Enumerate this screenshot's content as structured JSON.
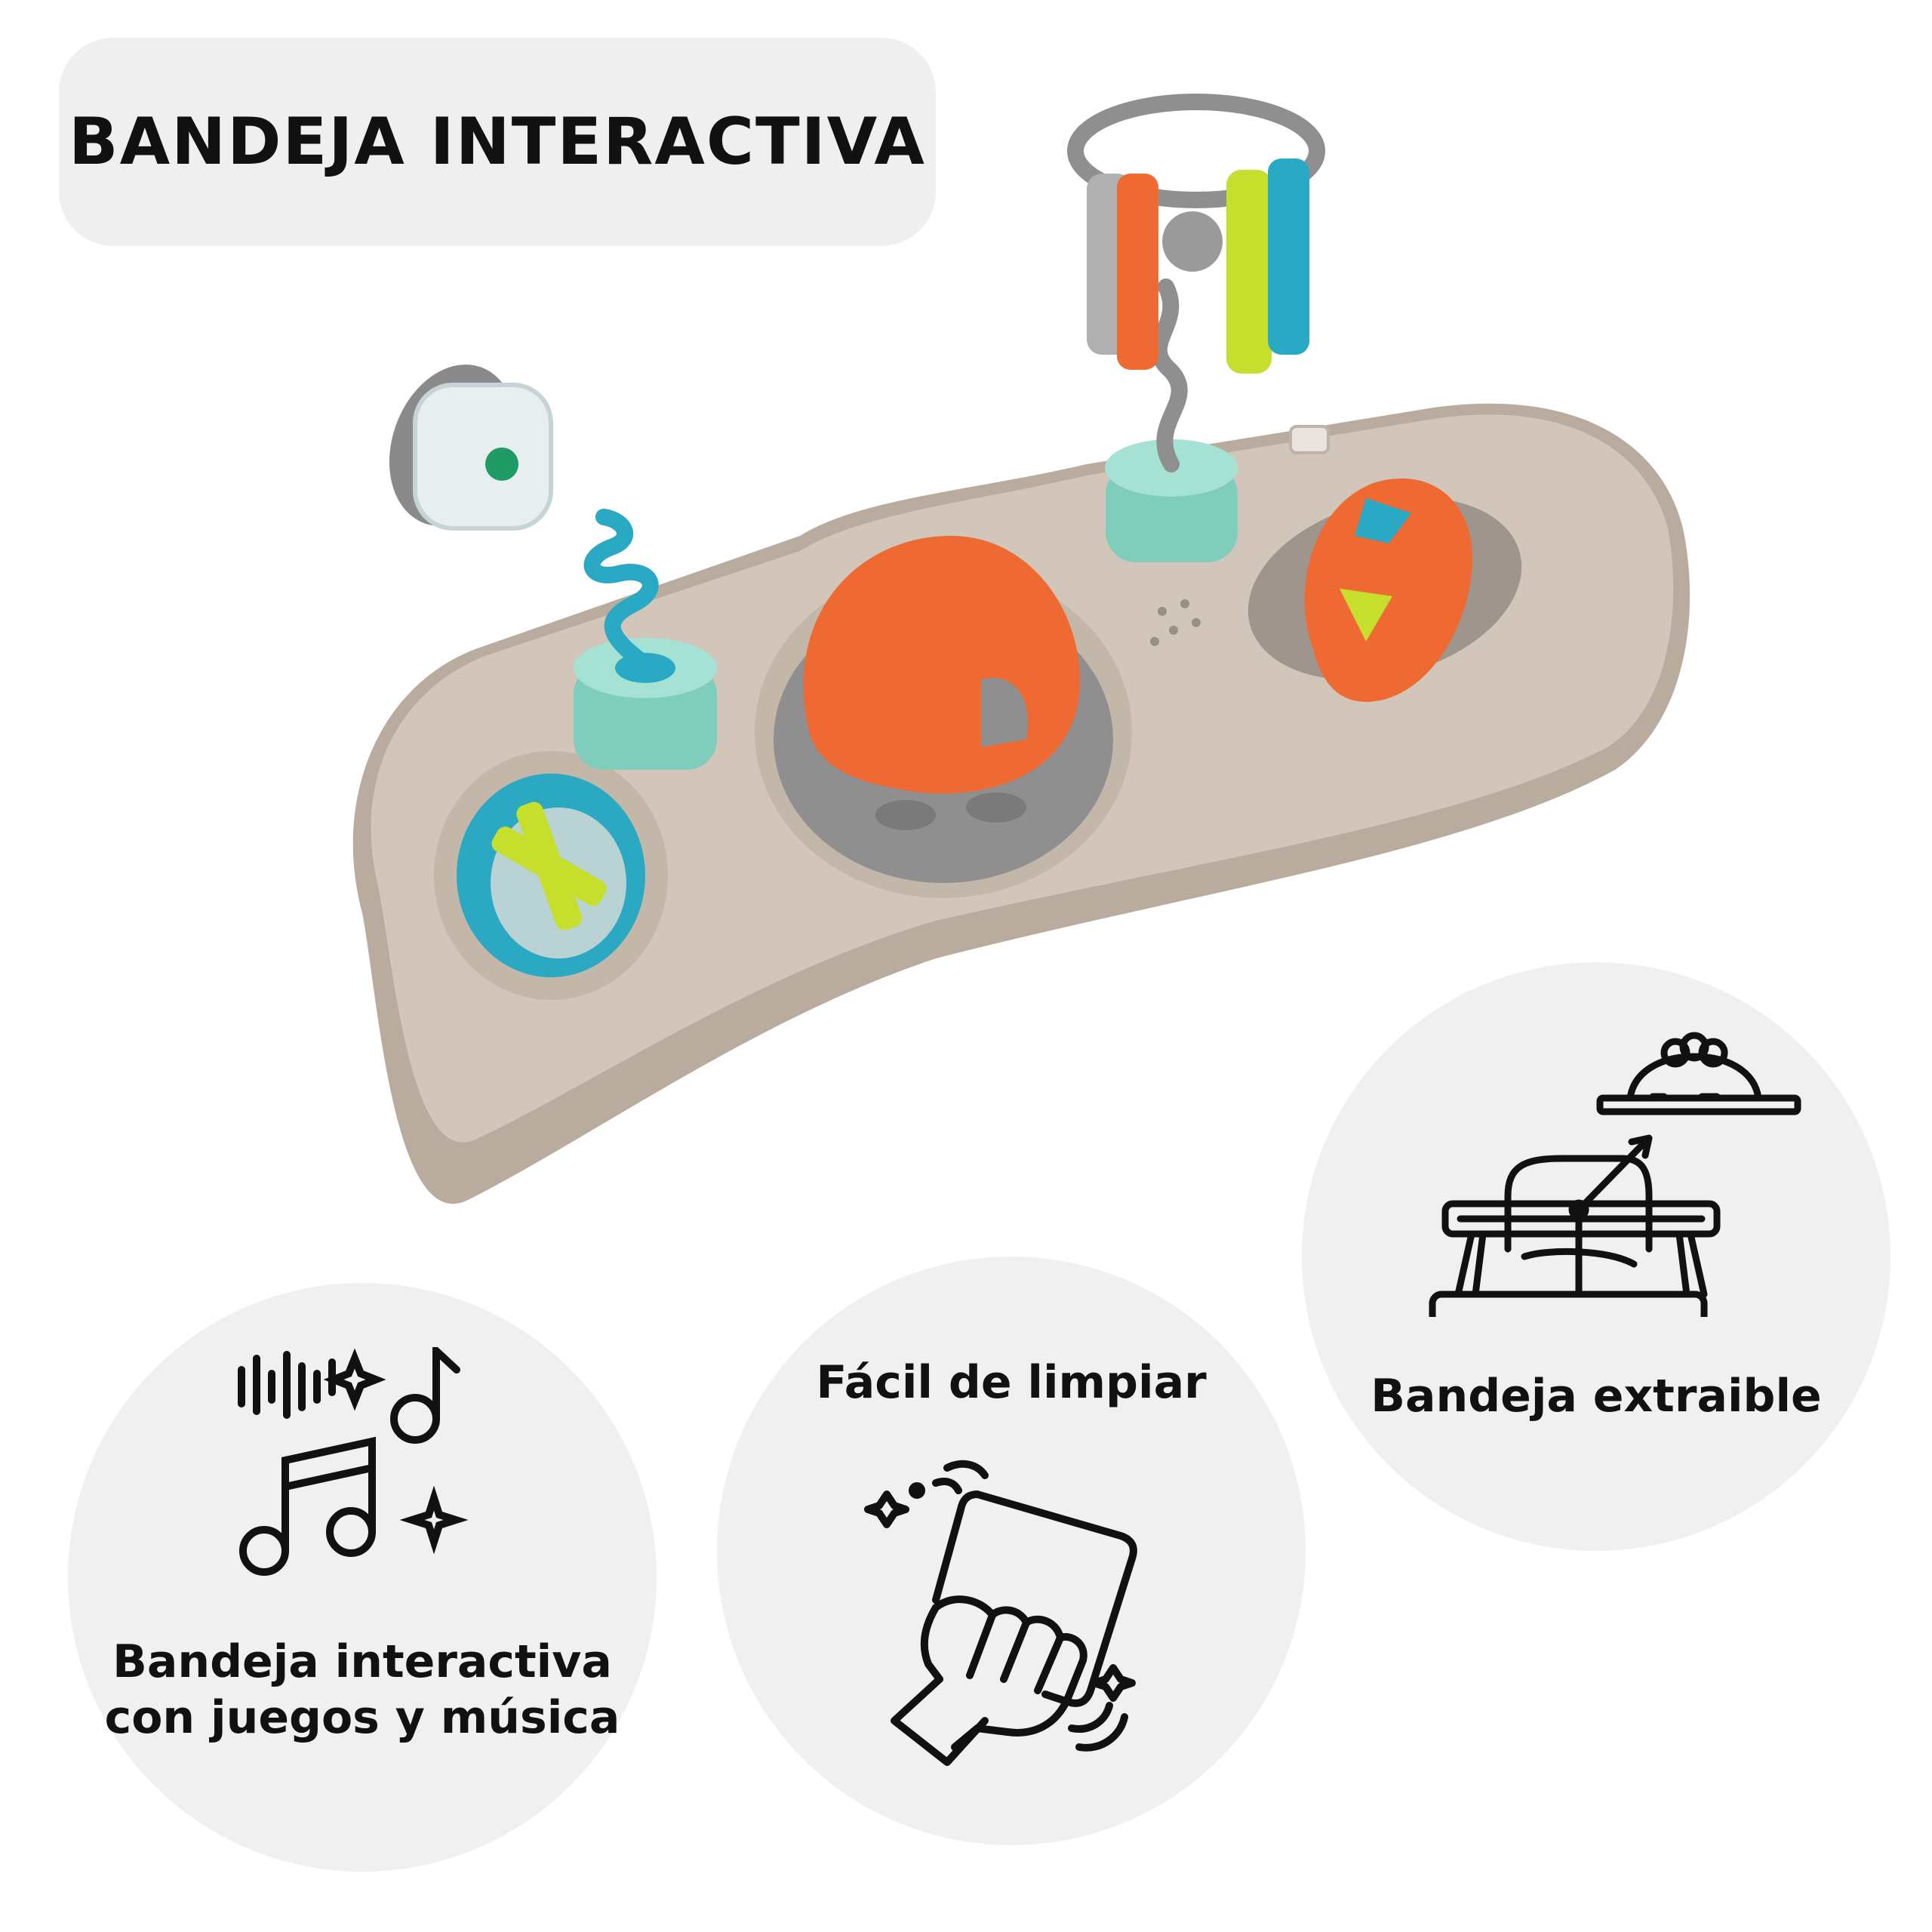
{
  "header": {
    "title": "BANDEJA INTERACTIVA"
  },
  "product": {
    "colors": {
      "tray": "#c9bdb0",
      "orange": "#ee6a32",
      "teal": "#2aa9c4",
      "mint": "#8fd8c6",
      "lime": "#c6de2c",
      "gray": "#8e8e8e"
    }
  },
  "features": [
    {
      "icon": "music-notes-icon",
      "label_lines": [
        "Bandeja interactiva",
        "con juegos y música"
      ]
    },
    {
      "icon": "hand-wiping-icon",
      "label_lines": [
        "Fácil de limpiar"
      ]
    },
    {
      "icon": "walker-tray-icon",
      "label_lines": [
        "Bandeja extraible"
      ]
    }
  ],
  "palette": {
    "background": "#ffffff",
    "pill": "#efefef",
    "circle": "#f0f0f0",
    "text": "#111111"
  }
}
